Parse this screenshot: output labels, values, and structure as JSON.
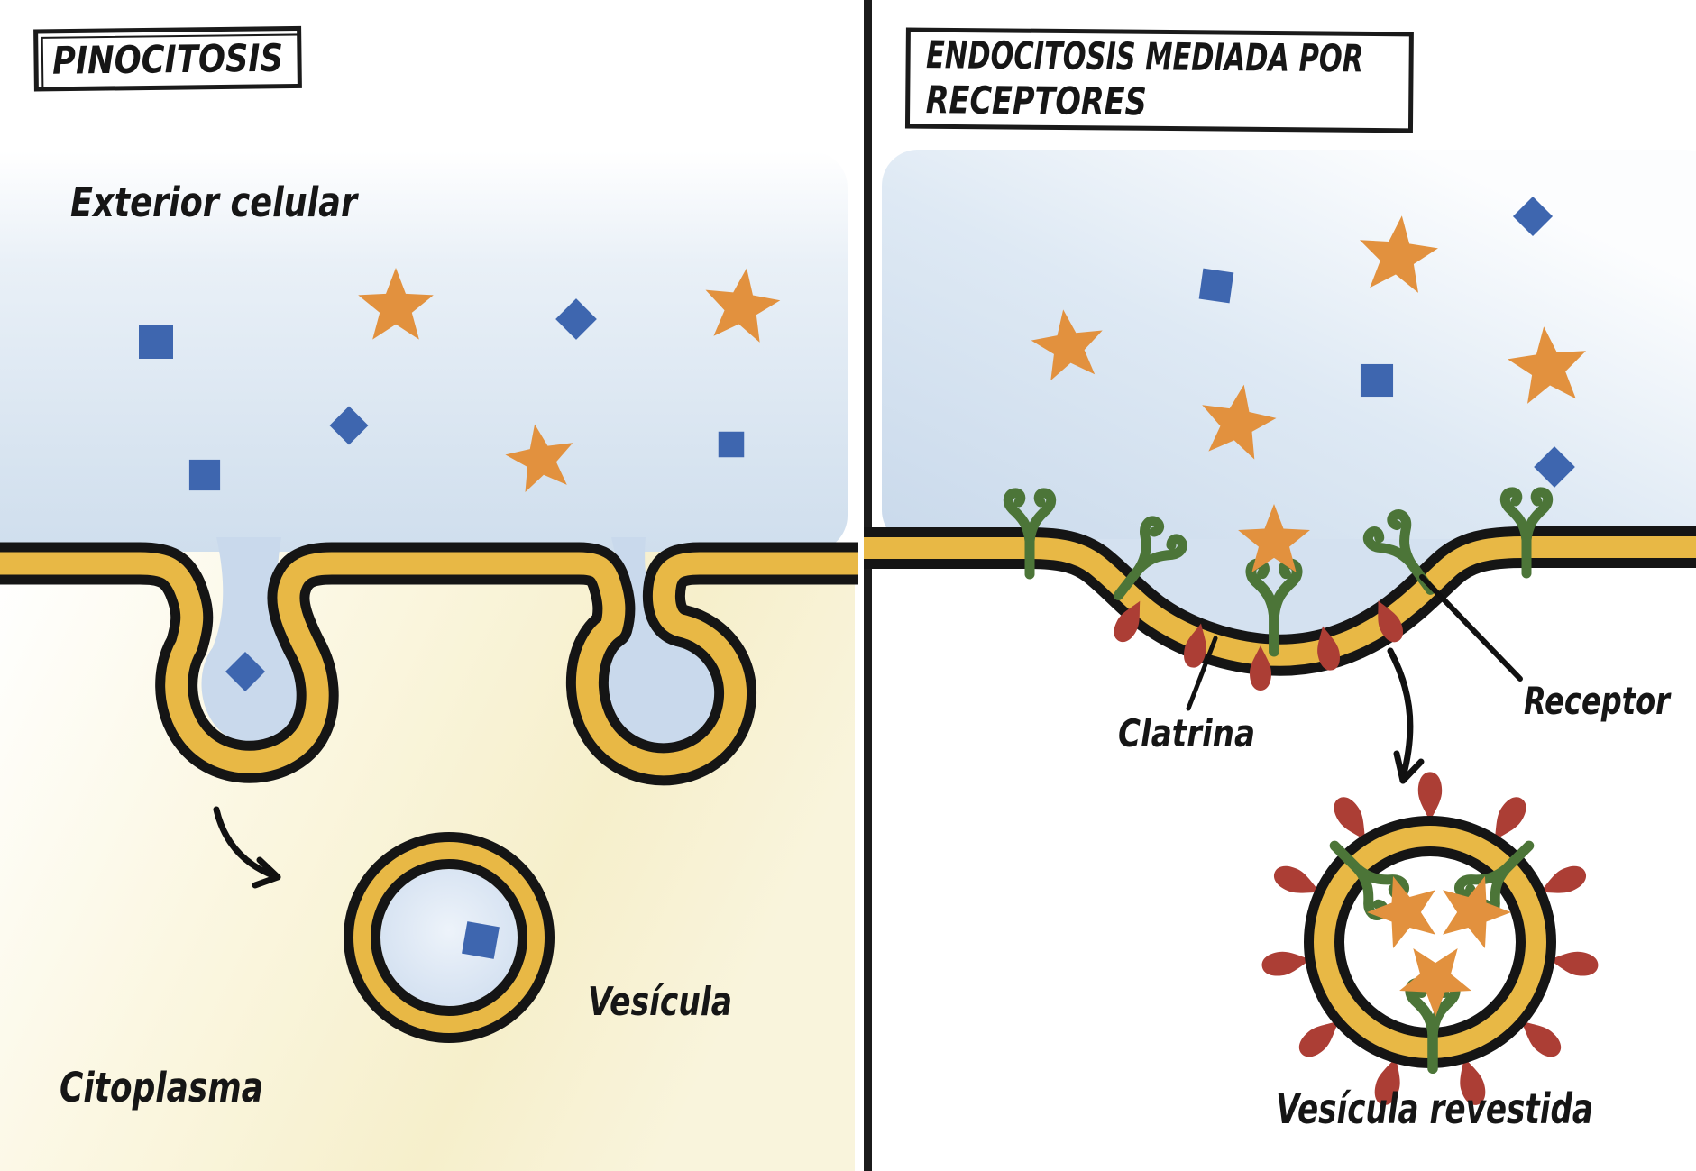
{
  "left_panel": {
    "title": "PINOCITOSIS",
    "labels": {
      "exterior": "Exterior celular",
      "cytoplasm": "Citoplasma",
      "vesicle": "Vesícula"
    }
  },
  "right_panel": {
    "title_line1": "ENDOCITOSIS MEDIADA POR",
    "title_line2": "RECEPTORES",
    "labels": {
      "clathrin": "Clatrina",
      "receptor": "Receptor",
      "coated_vesicle": "Vesícula revestida"
    }
  },
  "palette": {
    "membrane_yellow": "#E8B845",
    "outline_black": "#151515",
    "star_orange": "#E2913E",
    "particle_blue": "#3E66AF",
    "receptor_green": "#4C7538",
    "clathrin_red": "#AC3E35",
    "exterior_blue": "#CFDEED",
    "cytoplasm_cream": "#F6EFCB"
  }
}
